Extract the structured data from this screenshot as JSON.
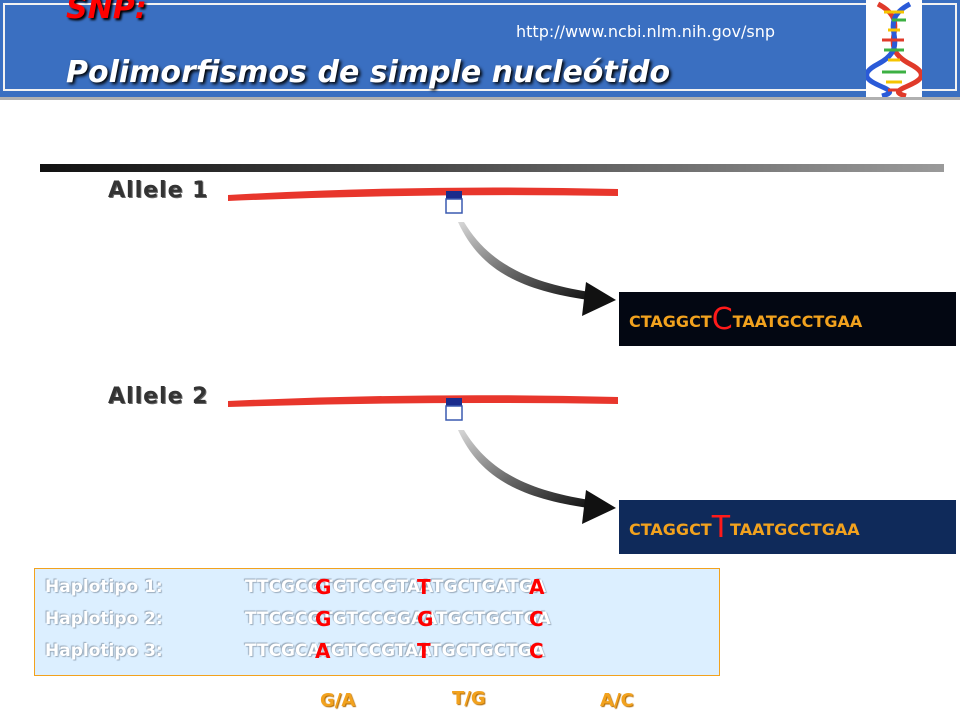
{
  "header": {
    "title_line1": "SNP:",
    "title_line2": "Polimorfismos de simple nucleótido",
    "url": "http://www.ncbi.nlm.nih.gov/snp",
    "dna_icon": "dna-helix-icon"
  },
  "alleles": [
    {
      "label": "Allele 1",
      "seq_prefix": "CTAGGCT",
      "seq_snp": "C",
      "seq_suffix": "TAATGCCTGAA"
    },
    {
      "label": "Allele 2",
      "seq_prefix": "CTAGGCT",
      "seq_snp": "T",
      "seq_suffix": "TAATGCCTGAA"
    }
  ],
  "haplotypes": [
    {
      "label": "Haplotipo 1:",
      "seq": "TTCGCGTGTCCGTAATGCTGATGA",
      "snp1": "G",
      "snp2": "T",
      "snp3": "A"
    },
    {
      "label": "Haplotipo 2:",
      "seq": "TTCGCGTGTCCGGAATGCTGCTGA",
      "snp1": "G",
      "snp2": "G",
      "snp3": "C"
    },
    {
      "label": "Haplotipo 3:",
      "seq": "TTCGCATGTCCGTAATGCTGCTGA",
      "snp1": "A",
      "snp2": "T",
      "snp3": "C"
    }
  ],
  "variants": [
    "G/A",
    "T/G",
    "A/C"
  ],
  "colors": {
    "header_bg": "#3a6fc1",
    "chromosome": "#e8362c",
    "snp_marker": "#1a2c8c",
    "sequence_text": "#f2a21e",
    "snp_text": "#ff1a1a",
    "haplotype_bg": "#dcefff"
  }
}
